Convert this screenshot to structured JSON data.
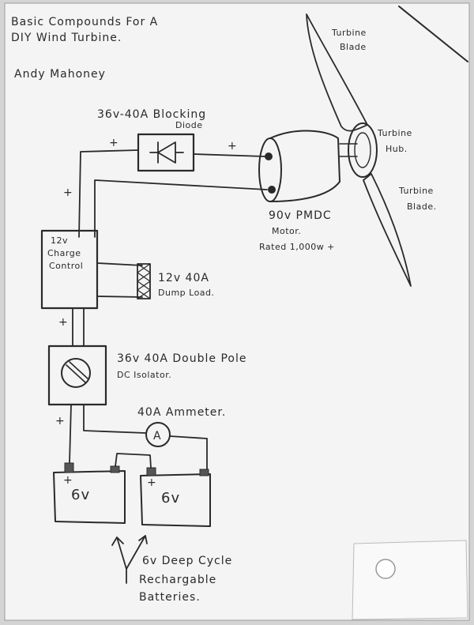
{
  "title": {
    "line1": "Basic Compounds For A",
    "line2": "DIY Wind Turbine.",
    "author": "Andy Mahoney"
  },
  "labels": {
    "turbine_blade_top": [
      "Turbine",
      "Blade"
    ],
    "turbine_hub": [
      "Turbine",
      "Hub."
    ],
    "turbine_blade_bottom": [
      "Turbine",
      "Blade."
    ],
    "diode": [
      "36v-40A Blocking",
      "Diode"
    ],
    "motor": [
      "90v PMDC",
      "Motor.",
      "Rated 1,000w +"
    ],
    "charge_controller": [
      "12v",
      "Charge",
      "Control"
    ],
    "dump_load": [
      "12v 40A",
      "Dump Load."
    ],
    "isolator": [
      "36v 40A Double Pole",
      "DC Isolator."
    ],
    "ammeter_label": "40A Ammeter.",
    "ammeter_symbol": "A",
    "battery_left": "6v",
    "battery_right": "6v",
    "batteries_note": [
      "6v Deep Cycle",
      "Rechargable",
      "Batteries."
    ]
  },
  "polarity": {
    "plus": "+"
  }
}
